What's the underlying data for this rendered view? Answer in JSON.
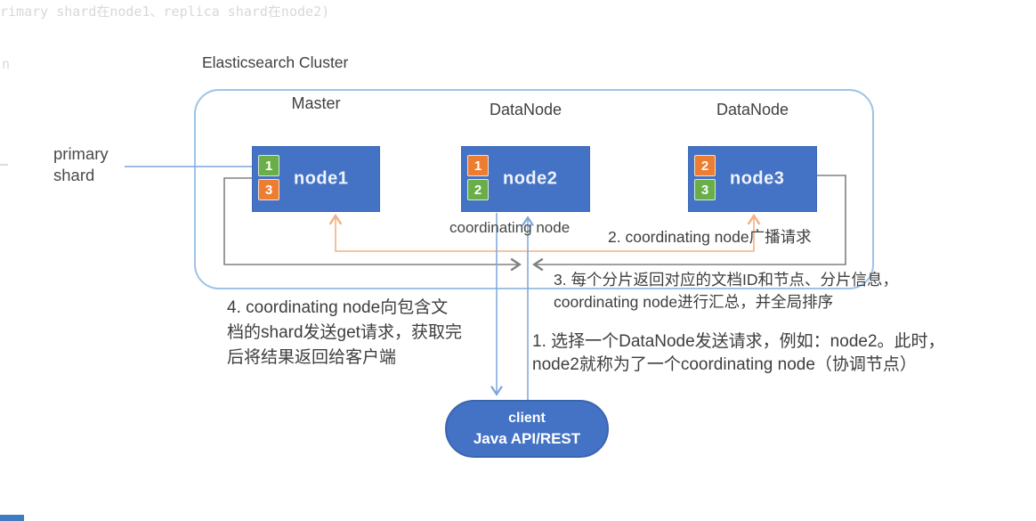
{
  "page": {
    "faded_top_text": "rimary shard在node1、replica shard在node2)",
    "faded_fragment": "n"
  },
  "cluster": {
    "title": "Elasticsearch Cluster",
    "nodes": [
      {
        "role": "Master",
        "name": "node1",
        "shards": [
          {
            "num": "1",
            "color": "green"
          },
          {
            "num": "3",
            "color": "orange"
          }
        ]
      },
      {
        "role": "DataNode",
        "name": "node2",
        "shards": [
          {
            "num": "1",
            "color": "orange"
          },
          {
            "num": "2",
            "color": "green"
          }
        ]
      },
      {
        "role": "DataNode",
        "name": "node3",
        "shards": [
          {
            "num": "2",
            "color": "orange"
          },
          {
            "num": "3",
            "color": "green"
          }
        ]
      }
    ]
  },
  "labels": {
    "primary_shard_line1": "primary",
    "primary_shard_line2": "shard",
    "coordinating_node": "coordinating node"
  },
  "steps": {
    "s1": [
      "1. 选择一个DataNode发送请求，例如：node2。此时，",
      "node2就称为了一个coordinating node（协调节点）"
    ],
    "s2": "2. coordinating node广播请求",
    "s3": [
      "3. 每个分片返回对应的文档ID和节点、分片信息，",
      "coordinating node进行汇总，并全局排序"
    ],
    "s4": [
      "4. coordinating node向包含文",
      "档的shard发送get请求，获取完",
      "后将结果返回给客户端"
    ]
  },
  "client": {
    "line1": "client",
    "line2": "Java API/REST"
  },
  "colors": {
    "node_fill": "#4472c4",
    "shard_primary_green": "#6aae4a",
    "shard_replica_orange": "#ec7d31",
    "cluster_border": "#9dc3e6",
    "arrow_blue": "#7ca6dc",
    "arrow_orange": "#f4b183",
    "arrow_gray": "#808080"
  }
}
